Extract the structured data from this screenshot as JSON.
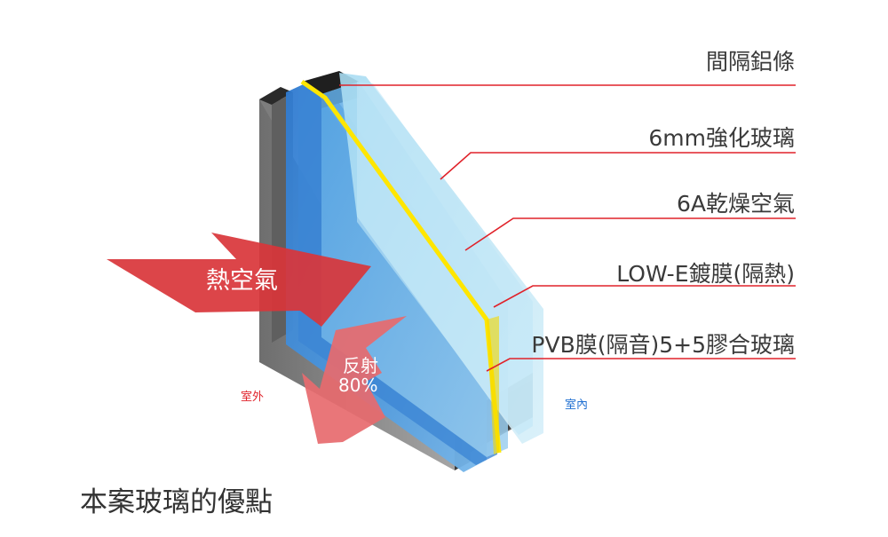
{
  "labels": [
    {
      "id": "spacer",
      "text": "間隔鋁條"
    },
    {
      "id": "tempered",
      "text": "6mm強化玻璃"
    },
    {
      "id": "dry_air",
      "text": "6A乾燥空氣"
    },
    {
      "id": "lowe",
      "text": "LOW-E鍍膜(隔熱)"
    },
    {
      "id": "pvb",
      "text": "PVB膜(隔音)5+5膠合玻璃"
    }
  ],
  "arrows": {
    "hot_air": "熱空氣",
    "reflect_line1": "反射",
    "reflect_line2": "80%"
  },
  "sides": {
    "outdoor": "室外",
    "indoor": "室內"
  },
  "caption": "本案玻璃的優點",
  "colors": {
    "leader_line": "#e0222a",
    "frame_gray": "#8c8c8c",
    "frame_dark": "#2e2e2e",
    "glass_blue": "#4a8fd6",
    "glass_light": "#9fd3ec",
    "lowe_yellow": "#ffe600",
    "hot_arrow": "#d9353a",
    "reflect_arrow": "#e76a6e",
    "outdoor_color": "#e0222a",
    "indoor_color": "#1f6fd1",
    "text": "#3a3a3a"
  }
}
